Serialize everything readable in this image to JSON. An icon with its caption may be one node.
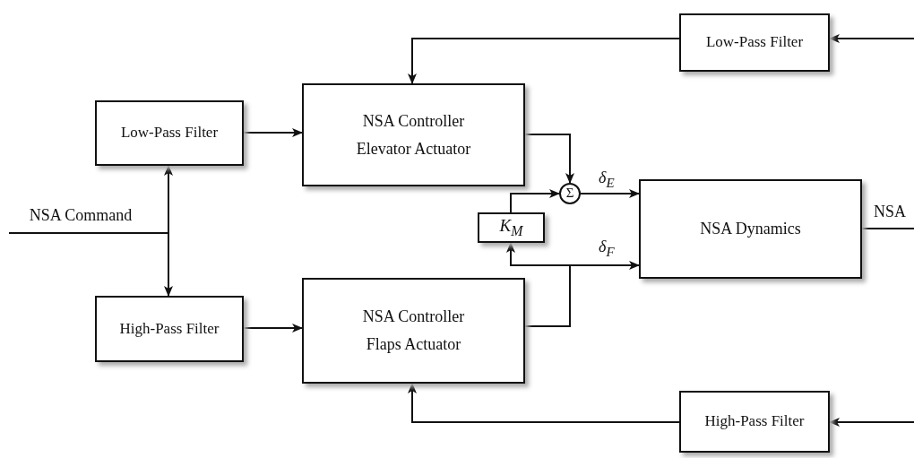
{
  "diagram": {
    "nodes": [
      {
        "text": [
          "Low-Pass Filter"
        ]
      },
      {
        "text": [
          "Low-Pass Filter"
        ]
      },
      {
        "text": [
          "NSA Controller Elevator Actuator"
        ]
      },
      {
        "text": [
          "Σ"
        ]
      },
      {
        "text": [
          "K$_{M}$"
        ]
      },
      {
        "text": [
          "NSA Dynamics"
        ]
      },
      {
        "text": [
          "High-Pass Filter"
        ]
      },
      {
        "text": [
          "NSA Controller Flaps Actuator"
        ]
      },
      {
        "text": [
          "High-Pass Filter"
        ]
      },
      {
        "text": [
          "NSA Command"
        ]
      }
    ],
    "edges": [
      {
        "from": null,
        "to": 0,
        "arrow": "to"
      },
      {
        "from": 0,
        "to": 2,
        "arrow": "to"
      },
      {
        "from": 9,
        "to": 1,
        "arrow": "to"
      },
      {
        "from": 9,
        "to": 6,
        "arrow": "to"
      },
      {
        "from": 1,
        "to": 2,
        "arrow": "to"
      },
      {
        "from": 6,
        "to": 7,
        "arrow": "to"
      },
      {
        "from": 2,
        "to": 3,
        "arrow": "to"
      },
      {
        "from": 4,
        "to": 3,
        "arrow": "to"
      },
      {
        "from": 3,
        "to": 5,
        "arrow": "to",
        "label": "δ$_{E}$"
      },
      {
        "from": 7,
        "to": 5,
        "arrow": "to",
        "label": "δ$_{F}$"
      },
      {
        "from": 7,
        "to": 4,
        "arrow": "to"
      },
      {
        "from": 8,
        "to": 7,
        "arrow": "to"
      },
      {
        "from": null,
        "to": 8,
        "arrow": "to"
      },
      {
        "from": 5,
        "to": null,
        "arrow": "none",
        "label": "NSA"
      }
    ]
  }
}
